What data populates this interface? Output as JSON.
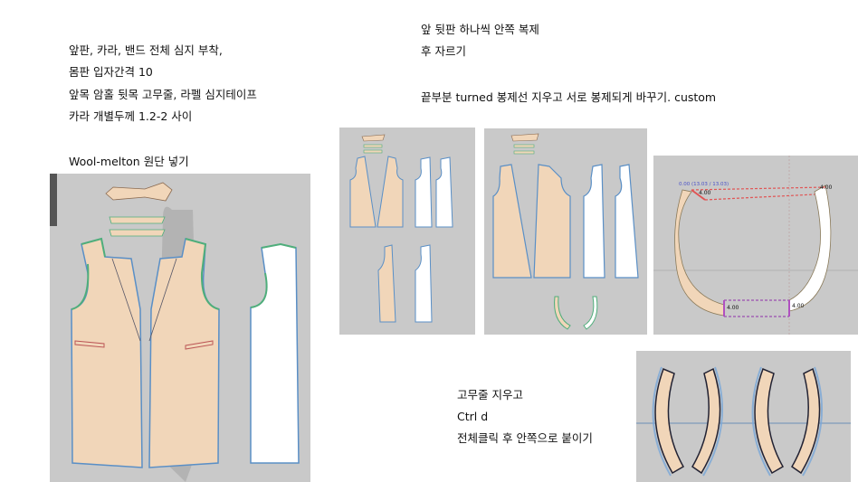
{
  "notes_left": [
    "앞판, 카라, 밴드 전체 심지 부착,",
    "몸판 입자간격 10",
    "앞목 암홀 뒷목 고무줄, 라펠 심지테이프",
    "카라 개별두께 1.2-2 사이"
  ],
  "fabric_note": "Wool-melton 원단 넣기",
  "notes_right": [
    "앞 뒷판 하나씩 안쪽 복제",
    "후 자르기"
  ],
  "seam_note": "끝부분 turned 봉제선 지우고 서로 봉제되게 바꾸기. custom",
  "notes_bottom": [
    "고무줄 지우고",
    "Ctrl d",
    "전체클릭 후 안쪽으로 붙이기"
  ],
  "measurements": {
    "top_label": "0.00 (13.03 / 13.03)",
    "top_left": "4.00",
    "top_right": "4.00",
    "bottom_left": "4.00",
    "bottom_right": "4.00"
  },
  "colors": {
    "fabric": "#f1d6b9",
    "outline": "#5a8fc6",
    "armhole": "#4fae7b",
    "canvas": "#c9c9c9"
  }
}
